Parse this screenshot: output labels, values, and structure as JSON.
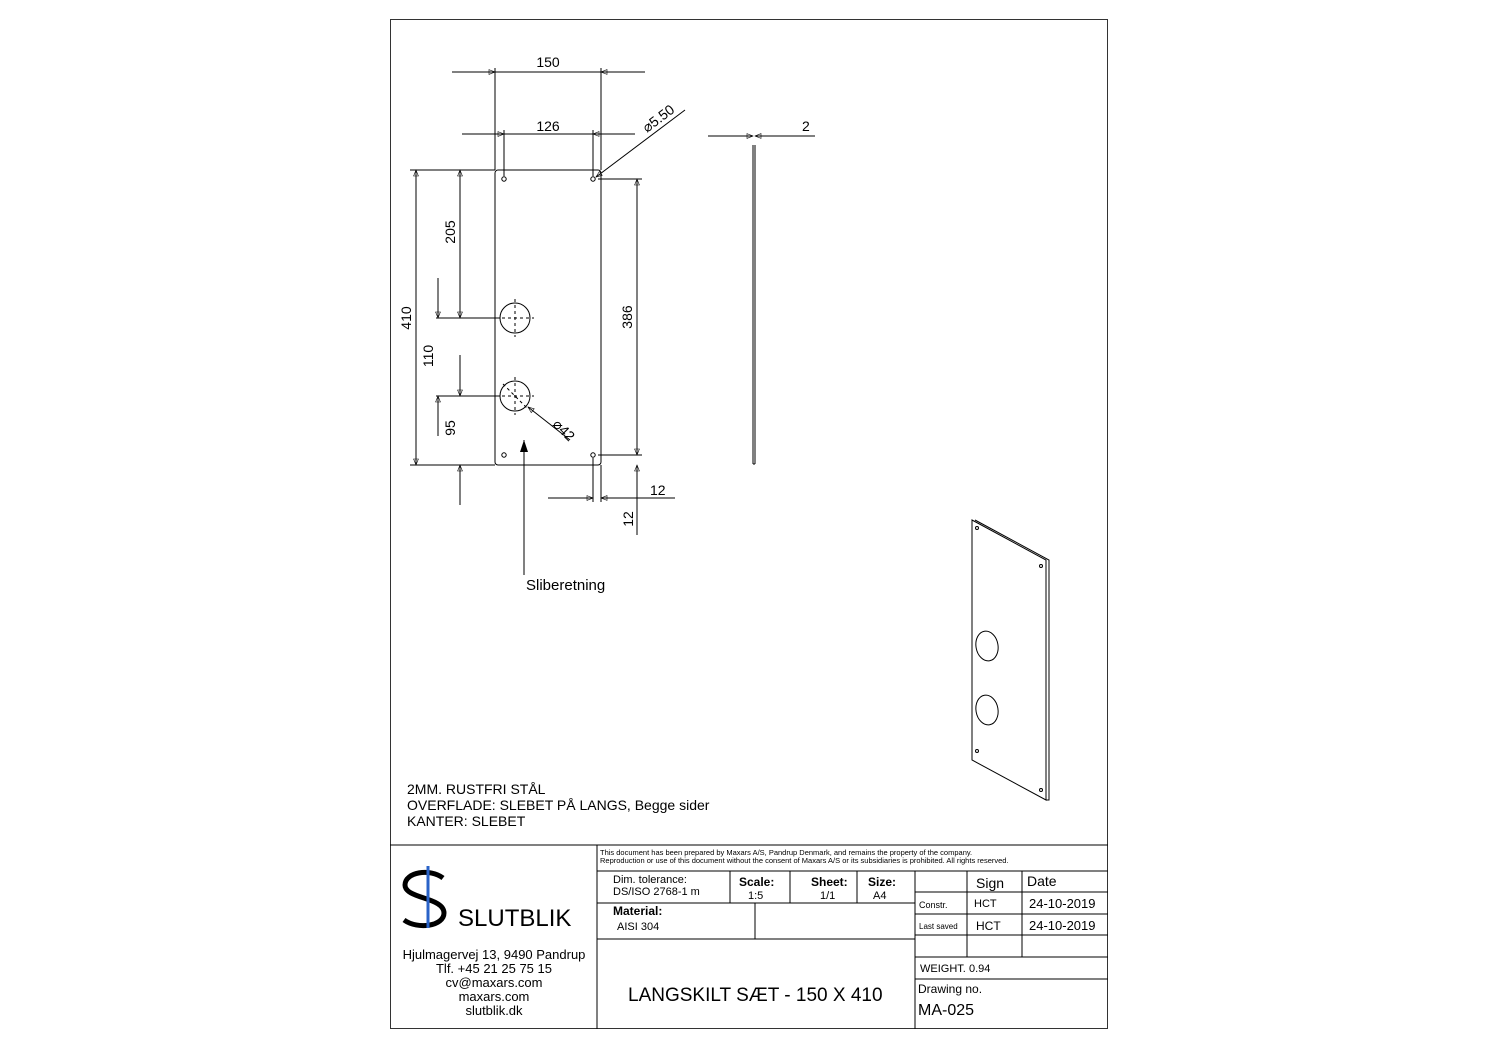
{
  "dimensions": {
    "plate_width": "150",
    "hole_spacing_x": "126",
    "small_hole_dia": "⌀5.50",
    "thickness": "2",
    "plate_height": "410",
    "upper_hole_from_top": "205",
    "hole_to_hole_vertical": "110",
    "lower_hole_from_bottom": "95",
    "small_hole_spacing_y": "386",
    "big_hole_dia": "⌀42",
    "edge_offset_x": "12",
    "edge_offset_y": "12"
  },
  "annotation": {
    "grain_direction": "Sliberetning"
  },
  "notes": [
    "2MM. RUSTFRI STÅL",
    "OVERFLADE: SLEBET PÅ LANGS, Begge sider",
    "KANTER: SLEBET"
  ],
  "company": {
    "brand": "SLUTBLIK",
    "address": "Hjulmagervej 13, 9490 Pandrup",
    "phone": "Tlf. +45 21 25 75 15",
    "email": "cv@maxars.com",
    "web1": "maxars.com",
    "web2": "slutblik.dk"
  },
  "title_block": {
    "disclaimer_line1": "This document has been prepared by Maxars A/S, Pandrup Denmark, and remains the property of the company.",
    "disclaimer_line2": "Reproduction or use of this document without the consent of Maxars A/S or its subsidiaries is prohibited. All rights reserved.",
    "tolerance_label": "Dim. tolerance:",
    "tolerance_value": "DS/ISO 2768-1  m",
    "scale_label": "Scale:",
    "scale_value": "1:5",
    "sheet_label": "Sheet:",
    "sheet_value": "1/1",
    "size_label": "Size:",
    "size_value": "A4",
    "material_label": "Material:",
    "material_value": "AISI 304",
    "sign_header": "Sign",
    "date_header": "Date",
    "constr_label": "Constr.",
    "constr_sign": "HCT",
    "constr_date": "24-10-2019",
    "lastsaved_label": "Last saved",
    "lastsaved_sign": "HCT",
    "lastsaved_date": "24-10-2019",
    "weight_label": "WEIGHT.",
    "weight_value": "0.94",
    "drawing_no_label": "Drawing no.",
    "drawing_no": "MA-025",
    "title": "LANGSKILT SÆT - 150 X 410"
  }
}
